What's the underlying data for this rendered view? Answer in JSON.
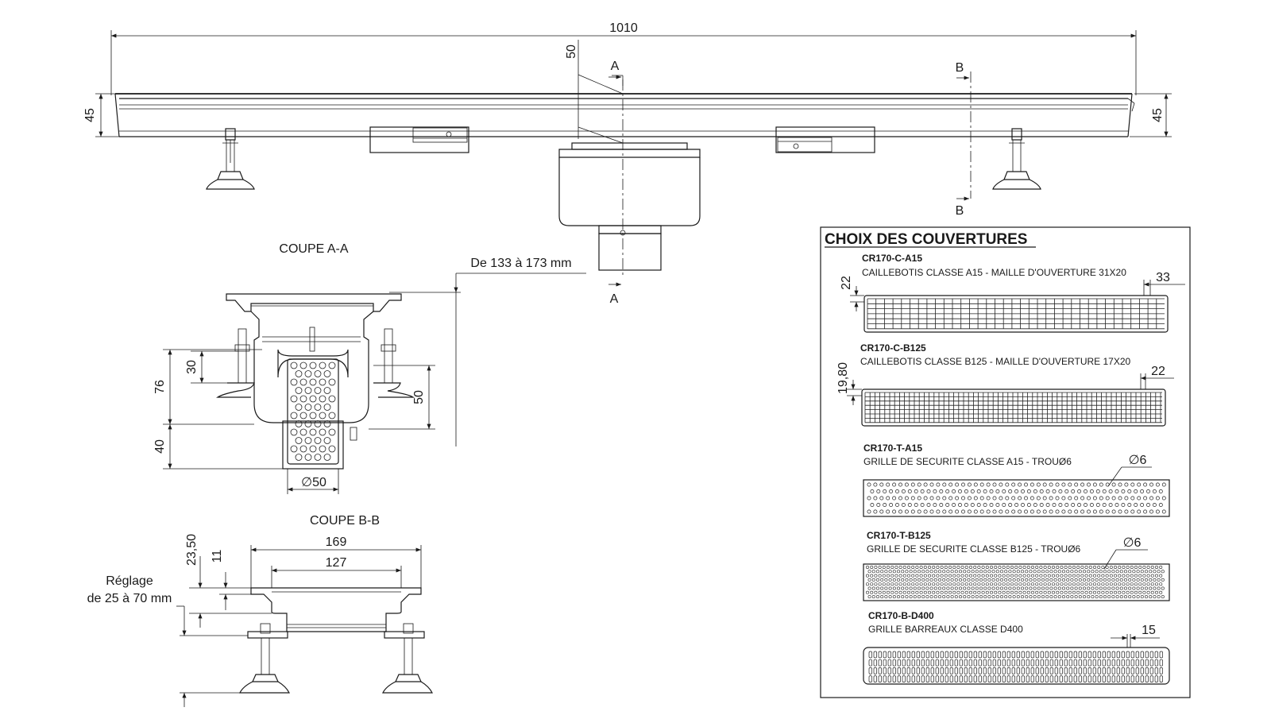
{
  "main_view": {
    "dim_overall_length": "1010",
    "dim_height_left": "45",
    "dim_height_right": "45",
    "dim_offset": "50",
    "section_mark_a_top": "A",
    "section_mark_a_bottom": "A",
    "section_mark_b_top": "B",
    "section_mark_b_bottom": "B"
  },
  "section_aa": {
    "title": "COUPE A-A",
    "note_height_range": "De 133 à 173 mm",
    "dim_76": "76",
    "dim_40": "40",
    "dim_30": "30",
    "dim_50_height": "50",
    "dim_outlet_diameter": "∅50"
  },
  "section_bb": {
    "title": "COUPE B-B",
    "dim_169": "169",
    "dim_127": "127",
    "dim_2350": "23,50",
    "dim_11": "11",
    "adjust_note_line1": "Réglage",
    "adjust_note_line2": "de  25 à 70 mm"
  },
  "covers_panel": {
    "title": "CHOIX DES COUVERTURES",
    "items": [
      {
        "code": "CR170-C-A15",
        "description": "CAILLEBOTIS CLASSE A15 - MAILLE D'OUVERTURE 31X20",
        "dim_top": "33",
        "dim_side": "22"
      },
      {
        "code": "CR170-C-B125",
        "description": "CAILLEBOTIS CLASSE B125 - MAILLE D'OUVERTURE 17X20",
        "dim_top": "22",
        "dim_side": "19,80"
      },
      {
        "code": "CR170-T-A15",
        "description": "GRILLE DE SECURITE CLASSE A15 - TROUØ6",
        "dim_top": "∅6"
      },
      {
        "code": "CR170-T-B125",
        "description": "GRILLE DE SECURITE CLASSE B125 - TROUØ6",
        "dim_top": "∅6"
      },
      {
        "code": "CR170-B-D400",
        "description": "GRILLE BARREAUX CLASSE D400",
        "dim_top": "15"
      }
    ]
  }
}
